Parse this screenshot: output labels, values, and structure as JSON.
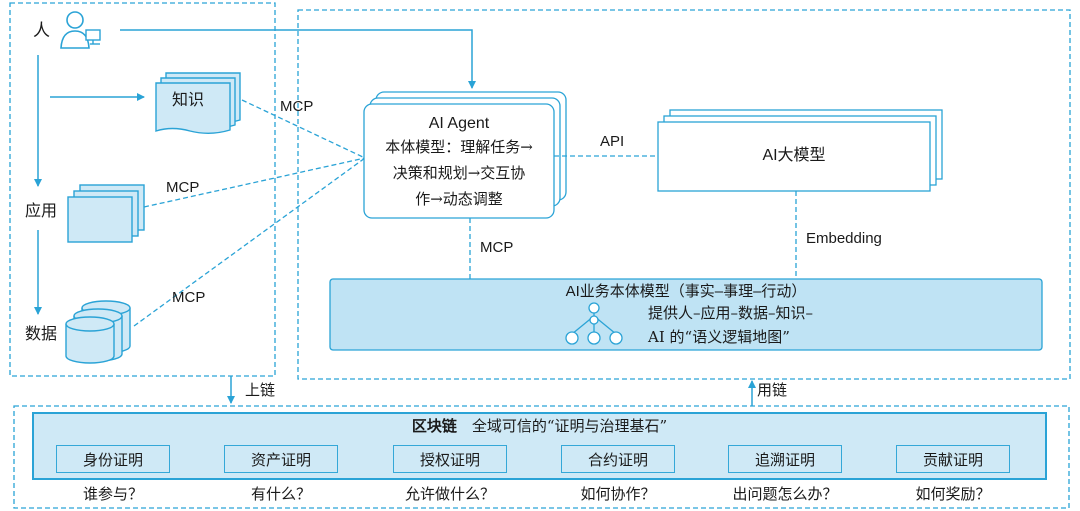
{
  "left_panel": {
    "person_label": "人",
    "knowledge_label": "知识",
    "app_label": "应用",
    "data_label": "数据",
    "chain_up_label": "上链"
  },
  "connectors": {
    "mcp_knowledge": "MCP",
    "mcp_app": "MCP",
    "mcp_data": "MCP",
    "mcp_agent_ontology": "MCP",
    "api": "API",
    "embedding": "Embedding",
    "use_chain_label": "用链"
  },
  "agent": {
    "title": "AI Agent",
    "line1": "本体模型：理解任务→",
    "line2": "决策和规划→交互协",
    "line3": "作→动态调整"
  },
  "llm": {
    "label": "AI大模型"
  },
  "ontology": {
    "title": "AI业务本体模型（事实–事理–行动）",
    "line1": "提供人–应用–数据–知识–",
    "line2": "AI 的“语义逻辑地图”"
  },
  "blockchain": {
    "title_bold": "区块链",
    "subtitle": "全域可信的“证明与治理基石”",
    "proofs": [
      "身份证明",
      "资产证明",
      "授权证明",
      "合约证明",
      "追溯证明",
      "贡献证明"
    ],
    "questions": [
      "谁参与？",
      "有什么？",
      "允许做什么？",
      "如何协作？",
      "出问题怎么办？",
      "如何奖励？"
    ]
  },
  "colors": {
    "accent": "#2aa3d6",
    "light_fill": "#cfe9f6",
    "ontology_fill": "#bfe3f4"
  }
}
